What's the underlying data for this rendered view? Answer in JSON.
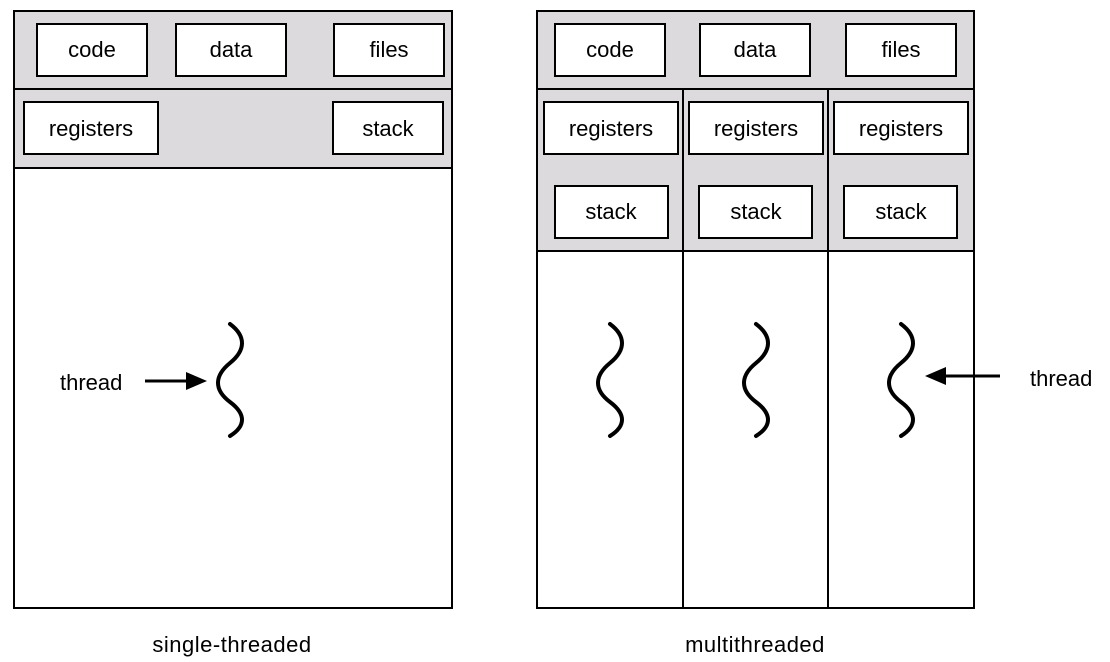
{
  "single": {
    "code": "code",
    "data": "data",
    "files": "files",
    "registers": "registers",
    "stack": "stack",
    "thread_label": "thread",
    "caption": "single-threaded"
  },
  "multi": {
    "code": "code",
    "data": "data",
    "files": "files",
    "threads": [
      {
        "registers": "registers",
        "stack": "stack"
      },
      {
        "registers": "registers",
        "stack": "stack"
      },
      {
        "registers": "registers",
        "stack": "stack"
      }
    ],
    "thread_label": "thread",
    "caption": "multithreaded"
  },
  "colors": {
    "shared_region": "#dcdadc",
    "stroke": "#000000",
    "background": "#ffffff"
  },
  "icons": {
    "thread": "squiggle-thread-icon",
    "pointer": "arrow-icon"
  }
}
